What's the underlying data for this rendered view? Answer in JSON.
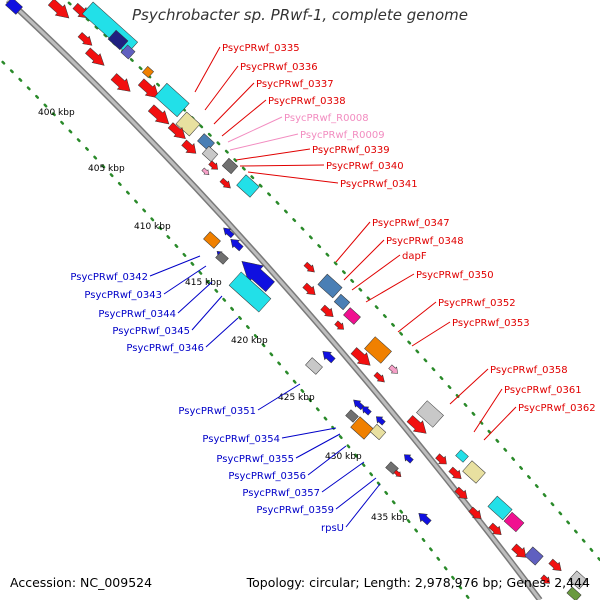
{
  "title": "Psychrobacter sp. PRwf-1, complete genome",
  "footer": {
    "accession": "Accession: NC_009524",
    "topology": "Topology: circular; Length: 2,978,976 bp; Genes: 2,444"
  },
  "colors": {
    "backbone": "#9a9a9a",
    "tick_dots": "#2a8a2a",
    "label_plus": "#e00000",
    "label_minus": "#0000c8",
    "label_rna": "#f28cc0"
  },
  "kbp_ticks": [
    "400 kbp",
    "405 kbp",
    "410 kbp",
    "415 kbp",
    "420 kbp",
    "425 kbp",
    "430 kbp",
    "435 kbp"
  ],
  "gene_labels_right": [
    {
      "text": "PsycPRwf_0335",
      "kind": "plus"
    },
    {
      "text": "PsycPRwf_0336",
      "kind": "plus"
    },
    {
      "text": "PsycPRwf_0337",
      "kind": "plus"
    },
    {
      "text": "PsycPRwf_0338",
      "kind": "plus"
    },
    {
      "text": "PsycPRwf_R0008",
      "kind": "rna"
    },
    {
      "text": "PsycPRwf_R0009",
      "kind": "rna"
    },
    {
      "text": "PsycPRwf_0339",
      "kind": "plus"
    },
    {
      "text": "PsycPRwf_0340",
      "kind": "plus"
    },
    {
      "text": "PsycPRwf_0341",
      "kind": "plus"
    },
    {
      "text": "PsycPRwf_0347",
      "kind": "plus"
    },
    {
      "text": "PsycPRwf_0348",
      "kind": "plus"
    },
    {
      "text": "dapF",
      "kind": "plus"
    },
    {
      "text": "PsycPRwf_0350",
      "kind": "plus"
    },
    {
      "text": "PsycPRwf_0352",
      "kind": "plus"
    },
    {
      "text": "PsycPRwf_0353",
      "kind": "plus"
    },
    {
      "text": "PsycPRwf_0358",
      "kind": "plus"
    },
    {
      "text": "PsycPRwf_0361",
      "kind": "plus"
    },
    {
      "text": "PsycPRwf_0362",
      "kind": "plus"
    }
  ],
  "gene_labels_left": [
    {
      "text": "PsycPRwf_0342",
      "kind": "minus"
    },
    {
      "text": "PsycPRwf_0343",
      "kind": "minus"
    },
    {
      "text": "PsycPRwf_0344",
      "kind": "minus"
    },
    {
      "text": "PsycPRwf_0345",
      "kind": "minus"
    },
    {
      "text": "PsycPRwf_0346",
      "kind": "minus"
    },
    {
      "text": "PsycPRwf_0351",
      "kind": "minus"
    },
    {
      "text": "PsycPRwf_0354",
      "kind": "minus"
    },
    {
      "text": "PsycPRwf_0355",
      "kind": "minus"
    },
    {
      "text": "PsycPRwf_0356",
      "kind": "minus"
    },
    {
      "text": "PsycPRwf_0357",
      "kind": "minus"
    },
    {
      "text": "PsycPRwf_0359",
      "kind": "minus"
    },
    {
      "text": "rpsU",
      "kind": "minus"
    }
  ]
}
